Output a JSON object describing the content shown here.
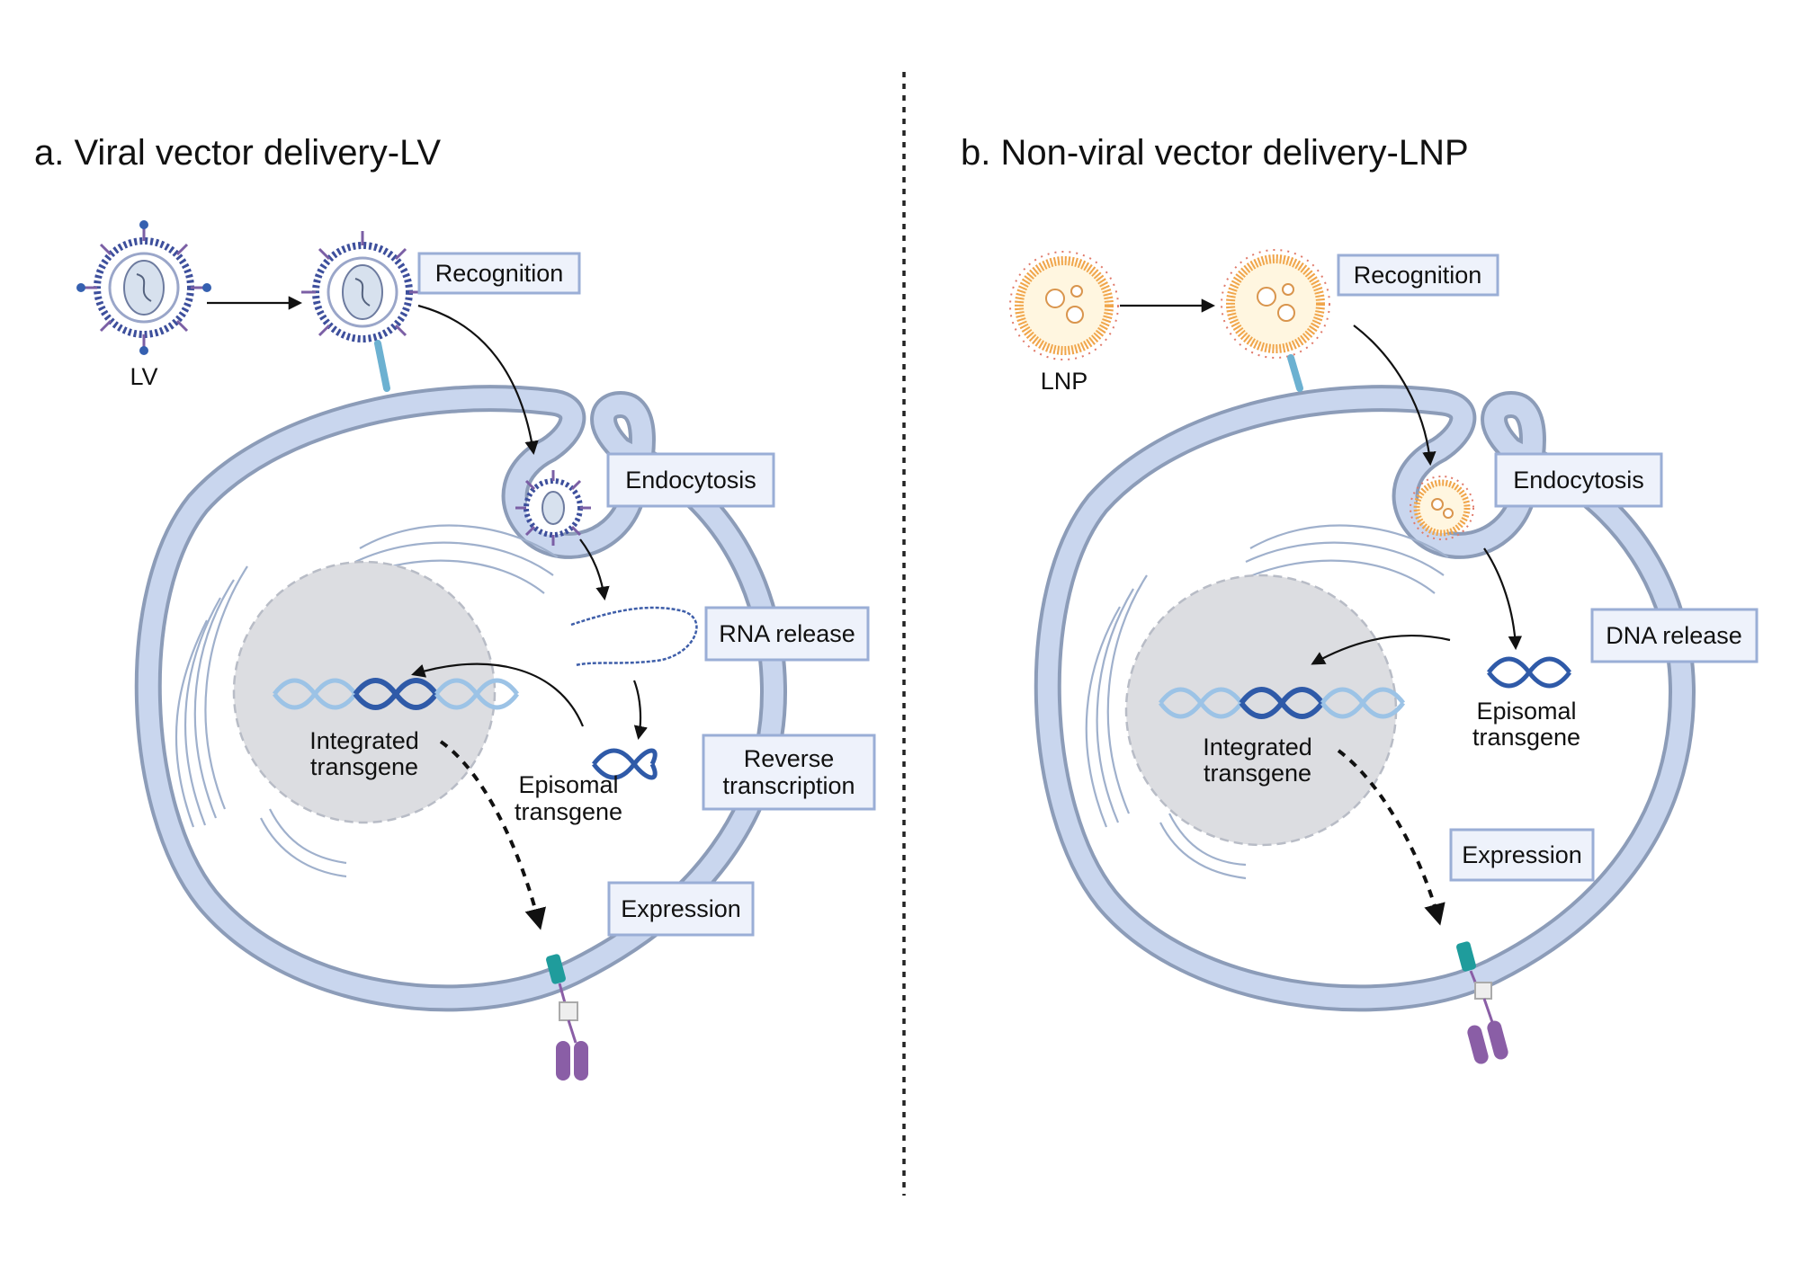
{
  "divider": {
    "style": "dotted",
    "color": "#222222"
  },
  "panels": [
    {
      "title": "a. Viral vector delivery-LV",
      "vector_label": "LV",
      "steps": {
        "recognition": "Recognition",
        "endocytosis": "Endocytosis",
        "release": "RNA release",
        "reverse_line1": "Reverse",
        "reverse_line2": "transcription",
        "expression": "Expression"
      },
      "integrated_line1": "Integrated",
      "integrated_line2": "transgene",
      "episomal_line1": "Episomal",
      "episomal_line2": "transgene"
    },
    {
      "title": "b. Non-viral vector delivery-LNP",
      "vector_label": "LNP",
      "steps": {
        "recognition": "Recognition",
        "endocytosis": "Endocytosis",
        "release": "DNA release",
        "expression": "Expression"
      },
      "integrated_line1": "Integrated",
      "integrated_line2": "transgene",
      "episomal_line1": "Episomal",
      "episomal_line2": "transgene"
    }
  ],
  "colors": {
    "membrane": "#8c9cb8",
    "membrane_inner": "#c9d6ee",
    "nucleus": "#dcdde1",
    "lv_capsid": "#3d4f9c",
    "lv_spike": "#7b5fa5",
    "lnp_shell": "#f0a54a",
    "dna_dark": "#2f5aa8",
    "dna_light": "#9cc3e6",
    "receptor": "#6cb1d1",
    "protein_teal": "#1f9c9c",
    "protein_purple": "#8a5ea6"
  }
}
